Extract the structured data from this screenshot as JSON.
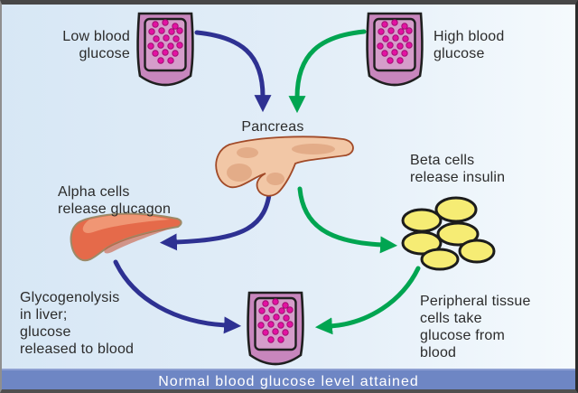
{
  "labels": {
    "low_blood_glucose": "Low blood\nglucose",
    "high_blood_glucose": "High blood\nglucose",
    "pancreas": "Pancreas",
    "alpha_cells": "Alpha cells\nrelease glucagon",
    "beta_cells": "Beta cells\nrelease insulin",
    "glycogenolysis": "Glycogenolysis\nin liver;\nglucose\nreleased to blood",
    "peripheral_tissue": "Peripheral tissue\ncells take\nglucose from\nblood",
    "banner": "Normal blood glucose level attained"
  },
  "colors": {
    "background_left": "#d7e7f5",
    "background_right": "#f5fafd",
    "text": "#2b2b2b",
    "arrow_blue": "#2e3192",
    "arrow_green": "#00a551",
    "banner_bg": "#6e86c4",
    "banner_text": "#ffffff",
    "vessel_fill": "#c886bd",
    "vessel_inner": "#d59dca",
    "dot": "#e312a2",
    "pancreas_fill": "#f2c7a6",
    "liver_fill": "#e56a4a",
    "beta_cell_fill": "#f6ec74"
  }
}
